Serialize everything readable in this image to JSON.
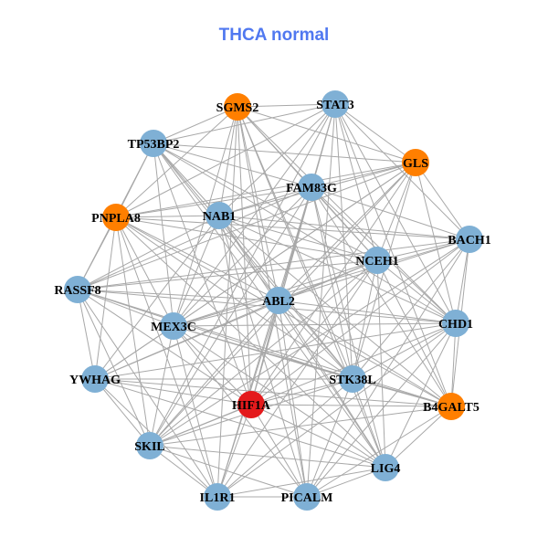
{
  "title": "THCA normal",
  "colors": {
    "normal": "#7fb0d5",
    "highlight": "#ff7f00",
    "hub": "#e41a1c",
    "edge": "#a8a8a8",
    "title": "#5078f0"
  },
  "nodes": [
    {
      "id": "SGMS2",
      "group": "highlight"
    },
    {
      "id": "STAT3",
      "group": "normal"
    },
    {
      "id": "TP53BP2",
      "group": "normal"
    },
    {
      "id": "GLS",
      "group": "highlight"
    },
    {
      "id": "FAM83G",
      "group": "normal"
    },
    {
      "id": "PNPLA8",
      "group": "highlight"
    },
    {
      "id": "NAB1",
      "group": "normal"
    },
    {
      "id": "BACH1",
      "group": "normal"
    },
    {
      "id": "NCEH1",
      "group": "normal"
    },
    {
      "id": "RASSF8",
      "group": "normal"
    },
    {
      "id": "ABL2",
      "group": "normal"
    },
    {
      "id": "MEX3C",
      "group": "normal"
    },
    {
      "id": "CHD1",
      "group": "normal"
    },
    {
      "id": "YWHAG",
      "group": "normal"
    },
    {
      "id": "STK38L",
      "group": "normal"
    },
    {
      "id": "HIF1A",
      "group": "hub"
    },
    {
      "id": "B4GALT5",
      "group": "highlight"
    },
    {
      "id": "SKIL",
      "group": "normal"
    },
    {
      "id": "LIG4",
      "group": "normal"
    },
    {
      "id": "IL1R1",
      "group": "normal"
    },
    {
      "id": "PICALM",
      "group": "normal"
    }
  ],
  "adjacency": {
    "SGMS2": [
      "STAT3",
      "TP53BP2",
      "FAM83G",
      "NAB1",
      "NCEH1",
      "ABL2",
      "MEX3C",
      "STK38L",
      "HIF1A",
      "LIG4",
      "IL1R1",
      "PICALM",
      "CHD1",
      "GLS",
      "PNPLA8"
    ],
    "STAT3": [
      "TP53BP2",
      "GLS",
      "FAM83G",
      "NAB1",
      "BACH1",
      "NCEH1",
      "ABL2",
      "MEX3C",
      "STK38L",
      "HIF1A",
      "B4GALT5",
      "SKIL",
      "PICALM",
      "PNPLA8",
      "CHD1"
    ],
    "TP53BP2": [
      "PNPLA8",
      "NAB1",
      "FAM83G",
      "NCEH1",
      "ABL2",
      "MEX3C",
      "STK38L",
      "RASSF8",
      "CHD1",
      "HIF1A",
      "LIG4",
      "GLS"
    ],
    "GLS": [
      "FAM83G",
      "NAB1",
      "BACH1",
      "NCEH1",
      "ABL2",
      "MEX3C",
      "CHD1",
      "RASSF8",
      "STK38L",
      "HIF1A",
      "SKIL",
      "YWHAG",
      "PNPLA8"
    ],
    "FAM83G": [
      "PNPLA8",
      "NAB1",
      "BACH1",
      "NCEH1",
      "ABL2",
      "MEX3C",
      "CHD1",
      "STK38L",
      "HIF1A",
      "IL1R1",
      "SKIL",
      "RASSF8",
      "B4GALT5",
      "LIG4"
    ],
    "PNPLA8": [
      "NAB1",
      "RASSF8",
      "ABL2",
      "MEX3C",
      "STK38L",
      "BACH1",
      "NCEH1",
      "YWHAG",
      "SKIL",
      "LIG4",
      "IL1R1",
      "B4GALT5"
    ],
    "NAB1": [
      "BACH1",
      "NCEH1",
      "ABL2",
      "MEX3C",
      "RASSF8",
      "CHD1",
      "STK38L",
      "HIF1A",
      "B4GALT5",
      "PICALM",
      "LIG4",
      "YWHAG"
    ],
    "BACH1": [
      "NCEH1",
      "ABL2",
      "CHD1",
      "RASSF8",
      "MEX3C",
      "STK38L",
      "B4GALT5",
      "HIF1A",
      "SKIL",
      "PICALM"
    ],
    "NCEH1": [
      "ABL2",
      "MEX3C",
      "CHD1",
      "RASSF8",
      "STK38L",
      "HIF1A",
      "B4GALT5",
      "LIG4",
      "IL1R1",
      "SKIL",
      "YWHAG"
    ],
    "RASSF8": [
      "ABL2",
      "MEX3C",
      "YWHAG",
      "CHD1",
      "STK38L",
      "SKIL",
      "IL1R1",
      "HIF1A",
      "B4GALT5"
    ],
    "ABL2": [
      "MEX3C",
      "CHD1",
      "STK38L",
      "HIF1A",
      "B4GALT5",
      "SKIL",
      "LIG4",
      "IL1R1",
      "PICALM",
      "YWHAG"
    ],
    "MEX3C": [
      "CHD1",
      "YWHAG",
      "STK38L",
      "HIF1A",
      "SKIL",
      "LIG4",
      "IL1R1",
      "PICALM",
      "B4GALT5"
    ],
    "CHD1": [
      "STK38L",
      "B4GALT5",
      "LIG4",
      "PICALM",
      "IL1R1",
      "YWHAG",
      "SKIL"
    ],
    "YWHAG": [
      "STK38L",
      "HIF1A",
      "SKIL",
      "IL1R1",
      "B4GALT5",
      "LIG4"
    ],
    "STK38L": [
      "HIF1A",
      "B4GALT5",
      "LIG4",
      "IL1R1",
      "PICALM",
      "SKIL"
    ],
    "HIF1A": [
      "B4GALT5",
      "SKIL",
      "LIG4",
      "IL1R1",
      "PICALM"
    ],
    "B4GALT5": [
      "LIG4",
      "SKIL",
      "PICALM"
    ],
    "SKIL": [
      "IL1R1",
      "PICALM",
      "LIG4"
    ],
    "LIG4": [
      "IL1R1",
      "PICALM"
    ],
    "IL1R1": [
      "PICALM"
    ]
  }
}
